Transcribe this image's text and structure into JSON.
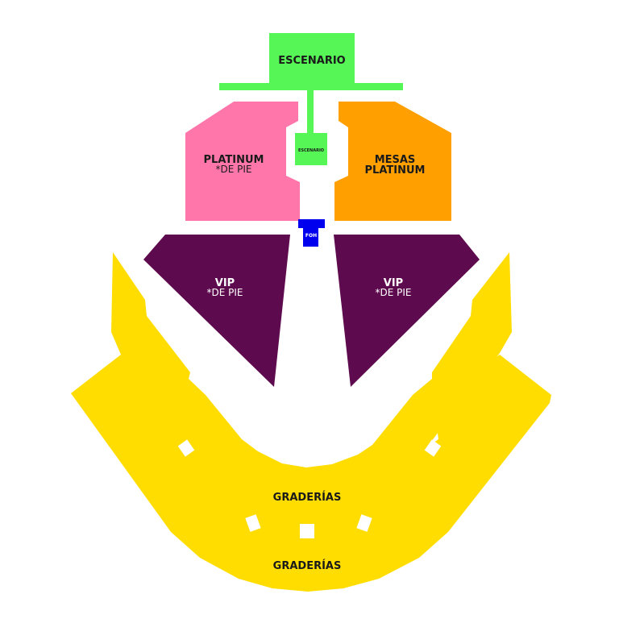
{
  "colors": {
    "escenario": "#55f655",
    "platinum": "#ff77aa",
    "mesas_platinum": "#ff9f00",
    "vip": "#5e0a4e",
    "foh": "#0000ee",
    "graderias": "#ffdd00",
    "background": "#ffffff"
  },
  "sections": {
    "escenario_main": {
      "label": "ESCENARIO"
    },
    "escenario_small": {
      "label": "ESCENARIO"
    },
    "platinum": {
      "label": "PLATINUM",
      "note": "*DE PIE"
    },
    "mesas_platinum": {
      "label_line1": "MESAS",
      "label_line2": "PLATINUM"
    },
    "foh": {
      "label": "FOH"
    },
    "vip_left": {
      "label": "VIP",
      "note": "*DE PIE"
    },
    "vip_right": {
      "label": "VIP",
      "note": "*DE PIE"
    },
    "graderias_inner": {
      "label": "GRADERÍAS"
    },
    "graderias_outer": {
      "label": "GRADERÍAS"
    }
  }
}
